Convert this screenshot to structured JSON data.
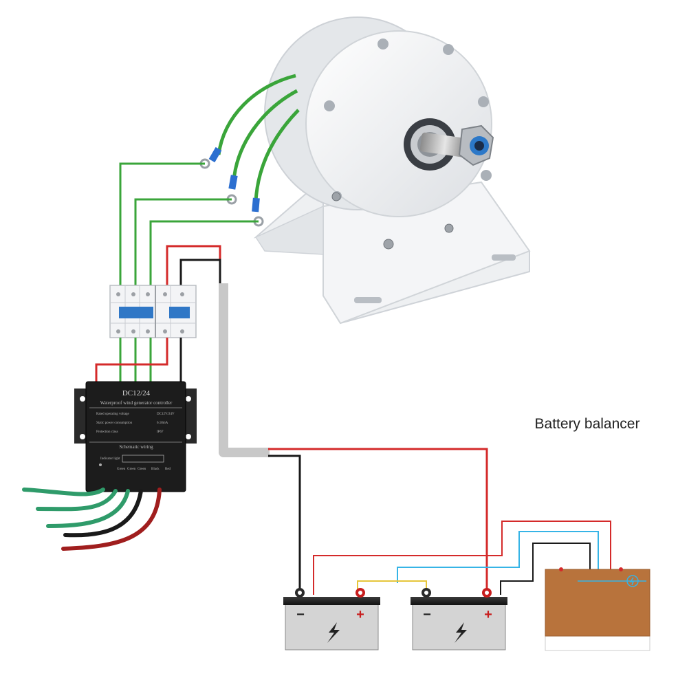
{
  "diagram": {
    "balancer_label": "Battery balancer",
    "controller": {
      "title": "DC12/24",
      "subtitle": "Waterproof wind generator controller",
      "specs": [
        {
          "label": "Rated operating voltage",
          "value": "DC12V/24V"
        },
        {
          "label": "Static power consumption",
          "value": "6.18mA"
        },
        {
          "label": "Protection class",
          "value": "IP67"
        }
      ],
      "schematic_title": "Schematic wiring",
      "indicator_label": "Indicator light",
      "terminal_labels": [
        "Green",
        "Green",
        "Green",
        "Black",
        "Red"
      ]
    },
    "battery_signs": {
      "negative": "−",
      "positive": "+"
    },
    "colors": {
      "ac_wire": "#3aa53a",
      "positive_wire": "#d42a2a",
      "negative_wire": "#1a1a1a",
      "balance_wire_blue": "#36b4e6",
      "balance_wire_yellow": "#e6c53a",
      "balancer_body": "#b8733c",
      "battery_body": "#d4d4d4",
      "controller_body": "#1c1c1c"
    }
  }
}
